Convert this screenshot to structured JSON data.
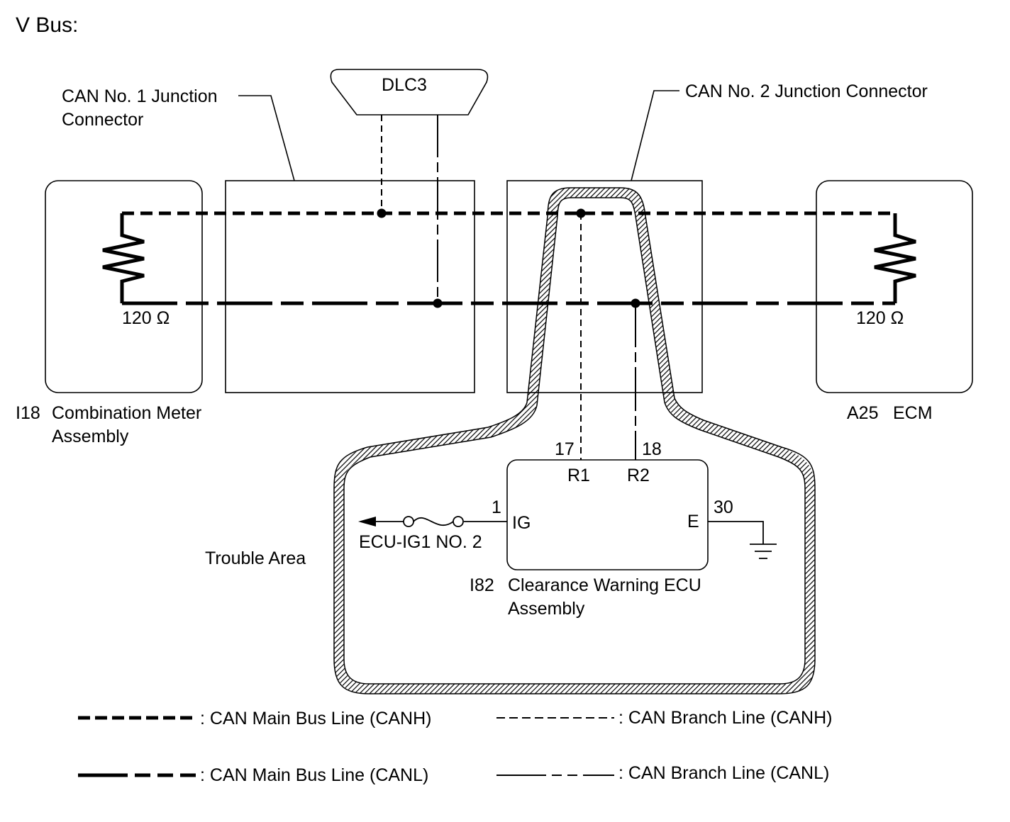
{
  "title": "V Bus:",
  "dlc3": "DLC3",
  "junction1": {
    "line1": "CAN No. 1 Junction",
    "line2": "Connector"
  },
  "junction2": {
    "label": "CAN No. 2 Junction Connector"
  },
  "combination_meter": {
    "code": "I18",
    "line1": "Combination Meter",
    "line2": "Assembly",
    "resistor": "120 Ω"
  },
  "ecm": {
    "code": "A25",
    "name": "ECM",
    "resistor": "120 Ω"
  },
  "clearance_ecu": {
    "code": "I82",
    "line1": "Clearance Warning ECU",
    "line2": "Assembly",
    "pins": {
      "r1": {
        "number": "17",
        "name": "R1"
      },
      "r2": {
        "number": "18",
        "name": "R2"
      },
      "ig": {
        "number": "1",
        "name": "IG"
      },
      "e": {
        "number": "30",
        "name": "E"
      }
    },
    "fuse": "ECU-IG1 NO. 2"
  },
  "trouble_area": "Trouble Area",
  "legend": {
    "main_canh": ": CAN Main Bus Line (CANH)",
    "main_canl": ": CAN Main Bus Line (CANL)",
    "branch_canh": ": CAN Branch Line (CANH)",
    "branch_canl": ": CAN Branch Line (CANL)"
  }
}
